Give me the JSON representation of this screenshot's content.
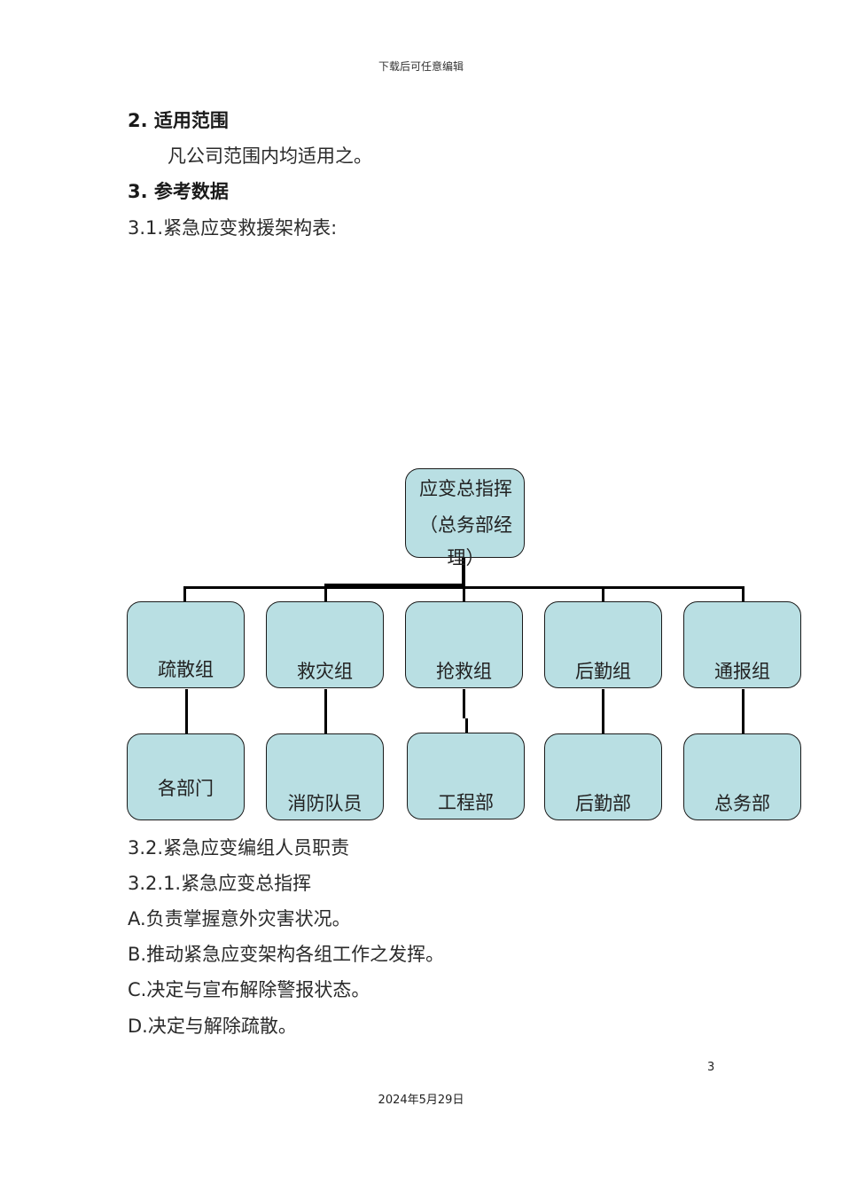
{
  "header": {
    "text": "下载后可任意编辑"
  },
  "section2": {
    "heading": "2. 适用范围",
    "body": "凡公司范围内均适用之。"
  },
  "section3": {
    "heading": "3. 参考数据",
    "sub1": "3.1.紧急应变救援架构表:"
  },
  "org_chart": {
    "top": {
      "line1": "应变总指挥",
      "line2": "（总务部经",
      "line3": "理）"
    },
    "groups": [
      {
        "name": "疏散组",
        "unit": "各部门"
      },
      {
        "name": "救灾组",
        "unit": "消防队员"
      },
      {
        "name": "抢救组",
        "unit": "工程部"
      },
      {
        "name": "后勤组",
        "unit": "后勤部"
      },
      {
        "name": "通报组",
        "unit": "总务部"
      }
    ]
  },
  "section3_2": {
    "title": "3.2.紧急应变编组人员职责",
    "sub": "3.2.1.紧急应变总指挥",
    "items": [
      "A.负责掌握意外灾害状况。",
      "B.推动紧急应变架构各组工作之发挥。",
      "C.决定与宣布解除警报状态。",
      "D.决定与解除疏散。"
    ]
  },
  "page_number": "3",
  "footer": {
    "date": "2024年5月29日"
  }
}
